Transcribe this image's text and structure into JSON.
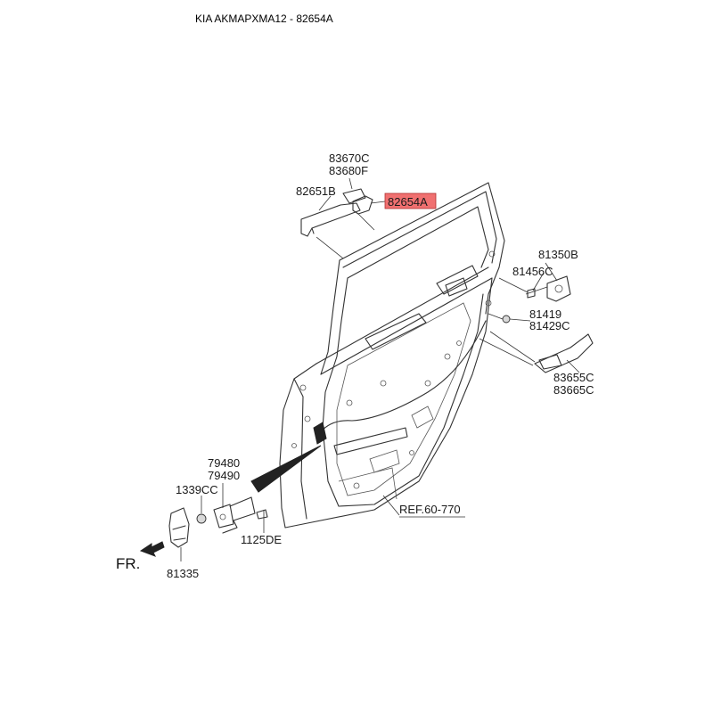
{
  "title": "KIA AKMAPXMA12 - 82654A",
  "highlight_color": "#f07070",
  "labels": {
    "p83670c": "83670C",
    "p83680f": "83680F",
    "p82651b": "82651B",
    "p82654a": "82654A",
    "p81350b": "81350B",
    "p81456c": "81456C",
    "p81419": "81419",
    "p81429c": "81429C",
    "p83655c": "83655C",
    "p83665c": "83665C",
    "p79480": "79480",
    "p79490": "79490",
    "p1339cc": "1339CC",
    "p1125de": "1125DE",
    "p81335": "81335",
    "ref": "REF.60-770",
    "fr": "FR."
  }
}
